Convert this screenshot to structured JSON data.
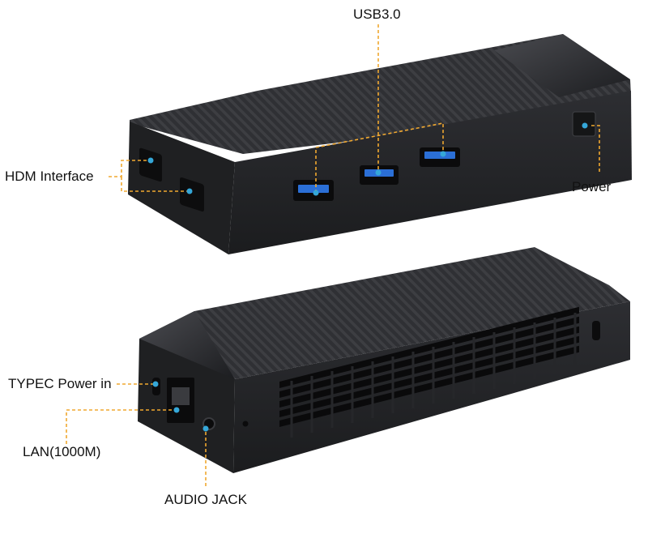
{
  "labels": {
    "usb": "USB3.0",
    "hdmi": "HDM Interface",
    "power": "Power",
    "typec": "TYPEC Power in",
    "lan": "LAN(1000M)",
    "audio": "AUDIO JACK"
  },
  "colors": {
    "body": "#2b2c2f",
    "body_dark": "#1e1f21",
    "stripe": "#3a3b3f",
    "port_blue": "#2b6fd6",
    "leader": "#f0a830",
    "marker": "#35a7d8"
  }
}
